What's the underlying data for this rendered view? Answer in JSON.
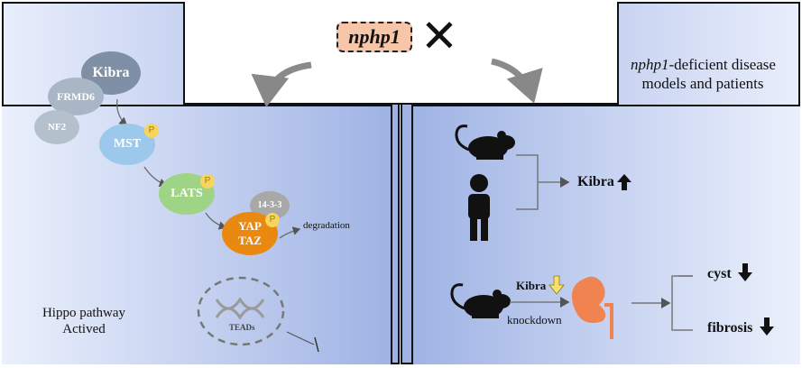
{
  "gene": {
    "label": "nphp1",
    "knockout_symbol": "✕"
  },
  "right_caption": {
    "line1_italic": "nphp1",
    "line1_rest": "-deficient disease",
    "line2": "models and patients"
  },
  "proteins": {
    "kibra": "Kibra",
    "frmd6": "FRMD6",
    "nf2": "NF2",
    "mst": "MST",
    "lats": "LATS",
    "p1433": "14-3-3",
    "yap": "YAP",
    "taz": "TAZ",
    "phospho": "P"
  },
  "degradation": "degradation",
  "teads": "TEADs",
  "hippo": {
    "line1": "Hippo pathway",
    "line2": "Actived"
  },
  "right": {
    "kibra_up": "Kibra",
    "kibra_down": "Kibra",
    "knockdown": "knockdown",
    "cyst": "cyst",
    "fibrosis": "fibrosis"
  },
  "colors": {
    "kibra": "#7e8fa6",
    "frmd6": "#a9b6c6",
    "nf2": "#b5c0cd",
    "mst": "#9cc8ec",
    "lats": "#9fd487",
    "yaptaz": "#e9890f",
    "p1433": "#a8a8a8",
    "phospho": "#f7d55c",
    "gene_box": "#f7c6a8",
    "kidney": "#f08350",
    "down_arrow": "#f7e16a"
  }
}
